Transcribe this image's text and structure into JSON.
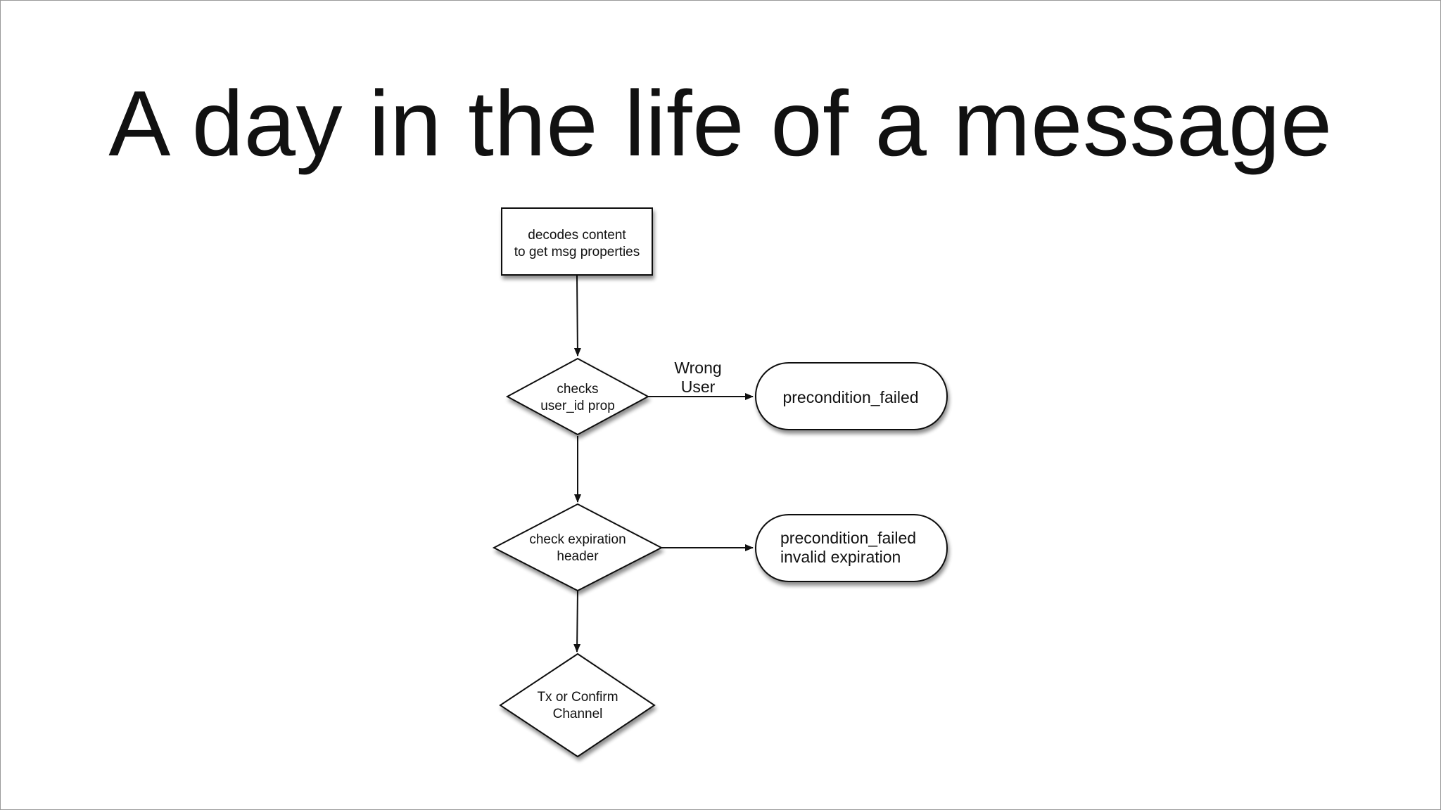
{
  "slide": {
    "title": "A day in the life of a message"
  },
  "flowchart": {
    "nodes": {
      "decode": {
        "line1": "decodes content",
        "line2": "to get msg properties"
      },
      "check_user": {
        "line1": "checks",
        "line2": "user_id prop"
      },
      "fail_user": {
        "line1": "precondition_failed"
      },
      "check_expiration": {
        "line1": "check expiration",
        "line2": "header"
      },
      "fail_expiration": {
        "line1": "precondition_failed",
        "line2": "invalid expiration"
      },
      "channel": {
        "line1": "Tx or Confirm",
        "line2": "Channel"
      }
    },
    "edge_labels": {
      "wrong_user": {
        "line1": "Wrong",
        "line2": "User"
      }
    }
  }
}
